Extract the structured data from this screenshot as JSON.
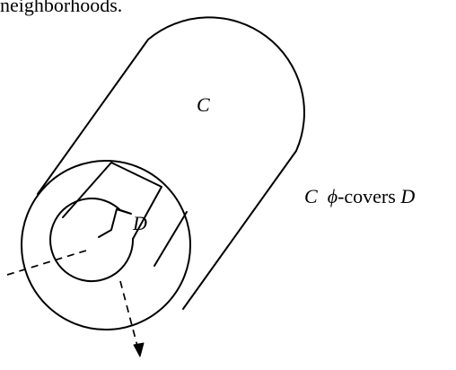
{
  "top_text": "neighborhoods.",
  "figure": {
    "outer_label": "C",
    "inner_label": "D",
    "caption": {
      "left_symbol": "C",
      "phi": "ϕ",
      "verb": "-covers",
      "right_symbol": "D"
    }
  }
}
